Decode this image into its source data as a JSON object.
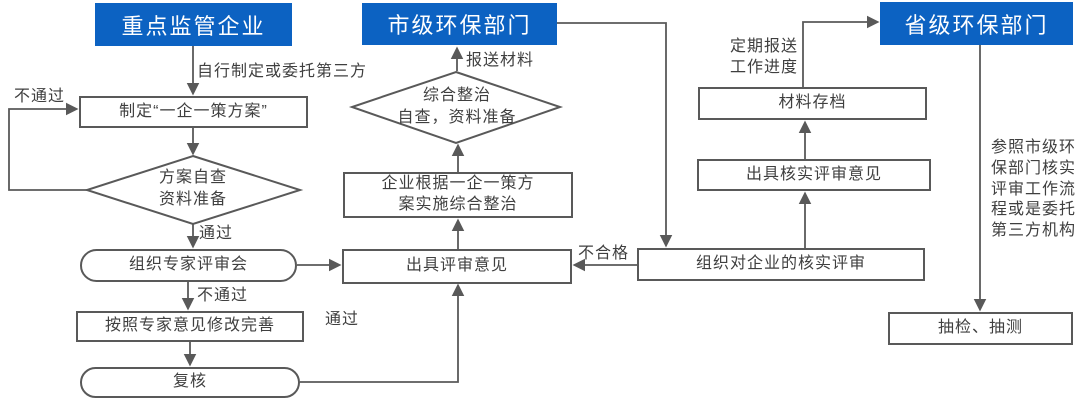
{
  "colors": {
    "header_bg": "#0C62C2",
    "line": "#595959",
    "text": "#3F3F3F"
  },
  "headers": {
    "enterprise": "重点监管企业",
    "municipal": "市级环保部门",
    "provincial": "省级环保部门"
  },
  "nodes": {
    "make_plan": "制定“一企一策方案”",
    "plan_self_check": [
      "方案自查",
      "资料准备"
    ],
    "expert_meeting": "组织专家评审会",
    "revise": "按照专家意见修改完善",
    "recheck": "复核",
    "implement": [
      "企业根据一企一策方",
      "案实施综合整治"
    ],
    "issue_opinion": "出具评审意见",
    "remediation_check": [
      "综合整治",
      "自查，资料准备"
    ],
    "archive": "材料存档",
    "issue_verify_opinion": "出具核实评审意见",
    "org_verify_review": "组织对企业的核实评审",
    "spot_check": "抽检、抽测"
  },
  "edge_labels": {
    "self_or_third_party": "自行制定或委托第三方",
    "fail_plan_review": "不通过",
    "pass_plan_review": "通过",
    "fail_expert_meeting": "不通过",
    "pass_recheck": "通过",
    "submit_materials": "报送材料",
    "unqualified": "不合格",
    "report_progress": [
      "定期报送",
      "工作进度"
    ]
  },
  "annotations": {
    "provincial_note": [
      "参照市级环",
      "保部门核实",
      "评审工作流",
      "程或是委托",
      "第三方机构"
    ]
  }
}
